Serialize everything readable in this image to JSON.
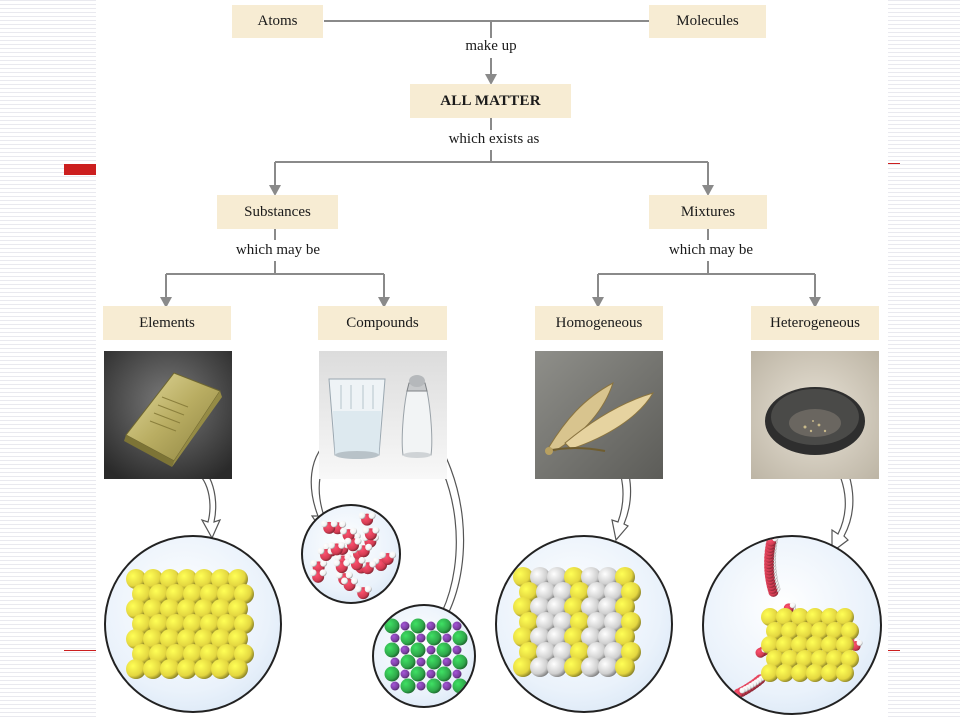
{
  "nodes": {
    "atoms": "Atoms",
    "molecules": "Molecules",
    "all_matter": "ALL MATTER",
    "substances": "Substances",
    "mixtures": "Mixtures",
    "elements": "Elements",
    "compounds": "Compounds",
    "homogeneous": "Homogeneous",
    "heterogeneous": "Heterogeneous"
  },
  "links": {
    "make_up": "make up",
    "which_exists_as": "which exists as",
    "which_may_be_substances": "which may be",
    "which_may_be_mixtures": "which may be"
  },
  "photos": {
    "elements": "gold-bar",
    "compounds": "water-glass-and-salt-shaker",
    "homogeneous": "gold-feather-on-stone",
    "heterogeneous": "gold-pan-with-sand"
  },
  "colors": {
    "node_fill": "#f7ecd3",
    "accent": "#cc1f1f",
    "gold_atom": "#e3d640",
    "silver_atom": "#cfcfcf",
    "chlorine_atom": "#2fa74a",
    "sodium_atom": "#7a3fa0",
    "oxygen_atom": "#d23c52",
    "hydrogen_atom": "#f2f2f2"
  }
}
